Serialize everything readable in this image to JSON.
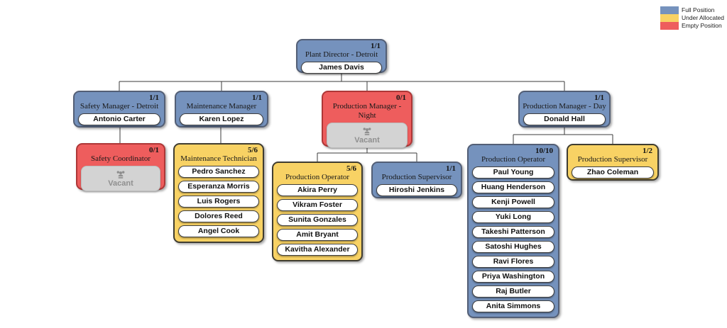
{
  "legend": {
    "items": [
      {
        "label": "Full Position",
        "color": "#7592bd"
      },
      {
        "label": "Under Allocated",
        "color": "#f8d264"
      },
      {
        "label": "Empty Position",
        "color": "#ee5d5d"
      }
    ]
  },
  "colors": {
    "full_position": "#7592bd",
    "under_allocated": "#f8d264",
    "empty_position": "#ee5d5d",
    "vacant_pill": "#d3d3d3",
    "connector": "#3b3b3b"
  },
  "nodes": {
    "plant_director": {
      "title": "Plant Director - Detroit",
      "count": "1/1",
      "status": "full",
      "members": [
        "James Davis"
      ]
    },
    "safety_manager": {
      "title": "Safety Manager - Detroit",
      "count": "1/1",
      "status": "full",
      "members": [
        "Antonio Carter"
      ]
    },
    "maintenance_manager": {
      "title": "Maintenance Manager",
      "count": "1/1",
      "status": "full",
      "members": [
        "Karen Lopez"
      ]
    },
    "production_manager_night": {
      "title": "Production Manager - Night",
      "count": "0/1",
      "status": "empty",
      "vacant": "Vacant"
    },
    "production_manager_day": {
      "title": "Production Manager - Day",
      "count": "1/1",
      "status": "full",
      "members": [
        "Donald Hall"
      ]
    },
    "safety_coordinator": {
      "title": "Safety Coordinator",
      "count": "0/1",
      "status": "empty",
      "vacant": "Vacant"
    },
    "maintenance_technician": {
      "title": "Maintenance Technician",
      "count": "5/6",
      "status": "under",
      "members": [
        "Pedro Sanchez",
        "Esperanza Morris",
        "Luis Rogers",
        "Dolores Reed",
        "Angel Cook"
      ]
    },
    "production_operator_night": {
      "title": "Production Operator",
      "count": "5/6",
      "status": "under",
      "members": [
        "Akira Perry",
        "Vikram Foster",
        "Sunita Gonzales",
        "Amit Bryant",
        "Kavitha Alexander"
      ]
    },
    "production_supervisor_night": {
      "title": "Production Supervisor",
      "count": "1/1",
      "status": "full",
      "members": [
        "Hiroshi Jenkins"
      ]
    },
    "production_operator_day": {
      "title": "Production Operator",
      "count": "10/10",
      "status": "full",
      "members": [
        "Paul Young",
        "Huang Henderson",
        "Kenji Powell",
        "Yuki Long",
        "Takeshi Patterson",
        "Satoshi Hughes",
        "Ravi Flores",
        "Priya Washington",
        "Raj Butler",
        "Anita Simmons"
      ]
    },
    "production_supervisor_day": {
      "title": "Production Supervisor",
      "count": "1/2",
      "status": "under",
      "members": [
        "Zhao Coleman"
      ]
    }
  }
}
